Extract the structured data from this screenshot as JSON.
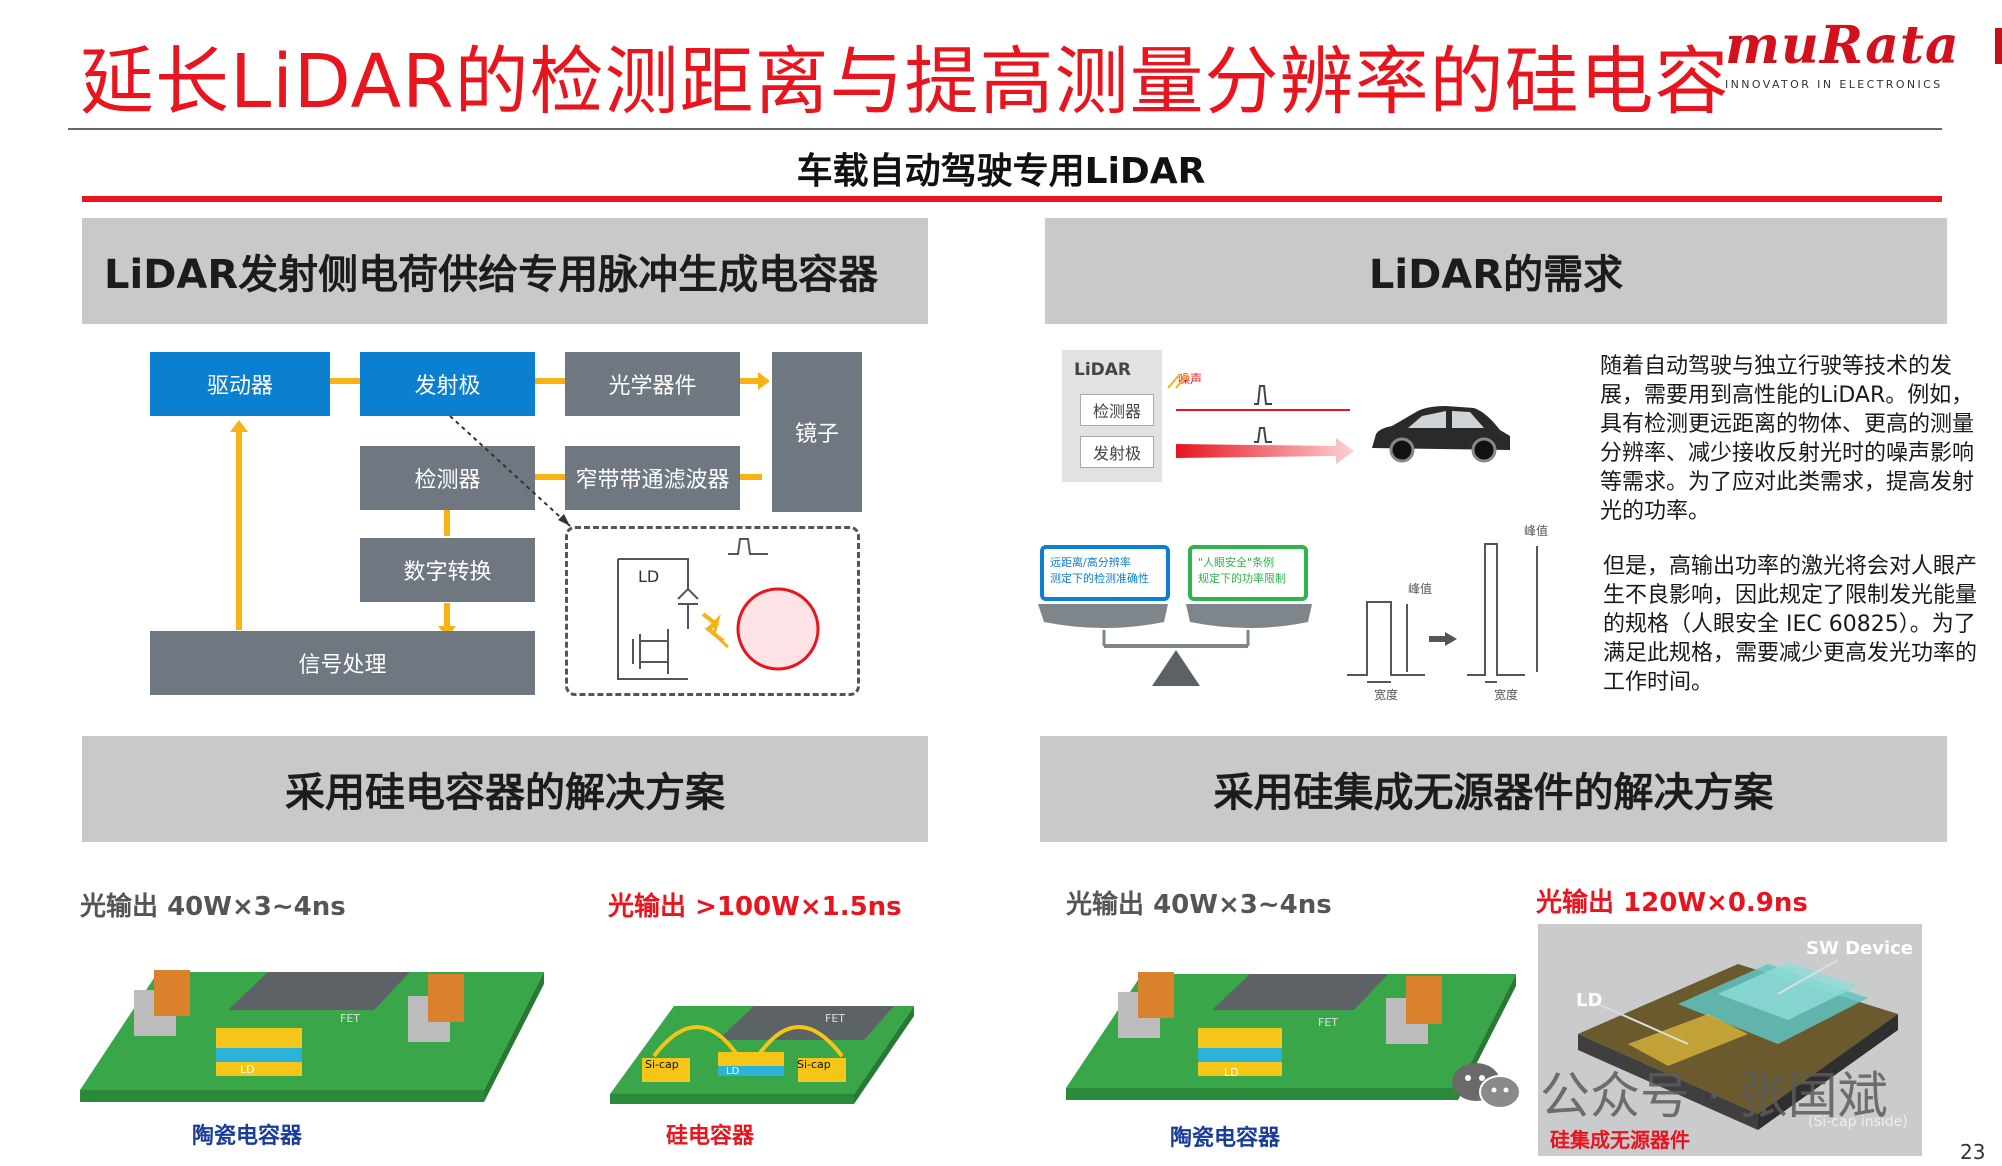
{
  "header": {
    "title": "延长LiDAR的检测距离与提高测量分辨率的硅电容",
    "logo_word": "muRata",
    "logo_tagline": "INNOVATOR IN ELECTRONICS",
    "subtitle": "车载自动驾驶专用LiDAR"
  },
  "sections": {
    "pulse": "LiDAR发射侧电荷供给专用脉冲生成电容器",
    "needs": "LiDAR的需求",
    "si_cap": "采用硅电容器的解决方案",
    "si_ipd": "采用硅集成无源器件的解决方案"
  },
  "block_diagram": {
    "driver": "驱动器",
    "emitter": "发射极",
    "optics": "光学器件",
    "mirror": "镜子",
    "detector": "检测器",
    "filter": "窄带带通滤波器",
    "adc": "数字转换",
    "dsp": "信号处理",
    "ld": "LD"
  },
  "needs": {
    "lidar": "LiDAR",
    "detector": "检测器",
    "emitter": "发射极",
    "noise": "噪声",
    "bubble_blue": "远距离/高分辨率\n测定下的检测准确性",
    "bubble_green": "\"人眼安全\"条例\n规定下的功率限制",
    "peak": "峰值",
    "width": "宽度",
    "para1": "随着自动驾驶与独立行驶等技术的发展，需要用到高性能的LiDAR。例如，具有检测更远距离的物体、更高的测量分辨率、减少接收反射光时的噪声影响等需求。为了应对此类需求，提高发射光的功率。",
    "para2": "但是，高输出功率的激光将会对人眼产生不良影响，因此规定了限制发光能量的规格（人眼安全 IEC 60825）。为了满足此规格，需要减少更高发光功率的工作时间。"
  },
  "solutions": {
    "a_spec_label": "光输出",
    "a_spec_value": "40W×3~4ns",
    "a_caption": "陶瓷电容器",
    "b_spec_label": "光输出",
    "b_spec_value": ">100W×1.5ns",
    "b_caption": "硅电容器",
    "c_spec_label": "光输出",
    "c_spec_value": "40W×3~4ns",
    "c_caption": "陶瓷电容器",
    "d_spec_label": "光输出",
    "d_spec_value": "120W×0.9ns",
    "d_caption": "硅集成无源器件",
    "fet": "FET",
    "ld": "LD",
    "si_cap": "Si-cap",
    "sw_device": "SW Device",
    "si_cap_inside": "(Si-cap inside)"
  },
  "footer": {
    "watermark": "公众号 · 张国斌",
    "page": "23"
  },
  "colors": {
    "title_red": "#e8141e",
    "block_blue": "#0b7fd0",
    "block_gray": "#6f7880",
    "arrow_yellow": "#f6b313",
    "pcb_green": "#3aa64a",
    "header_gray": "#c9c9c9"
  }
}
